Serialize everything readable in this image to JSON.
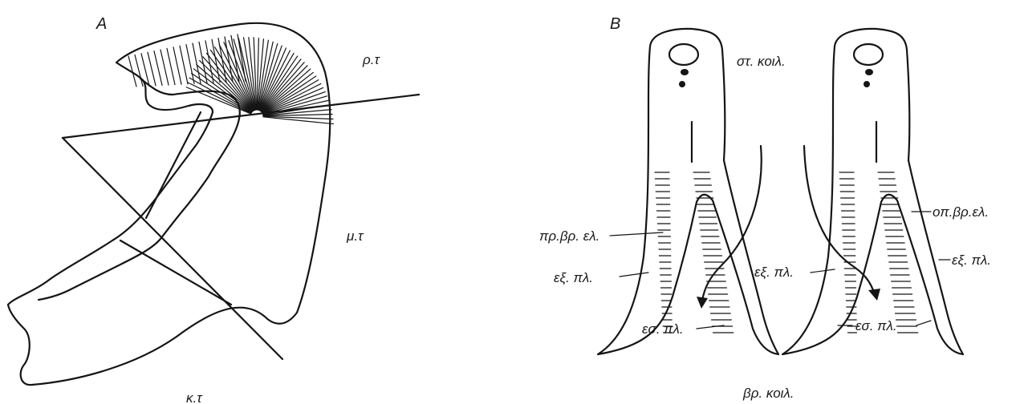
{
  "panel_a": {
    "label": "A",
    "regions": {
      "top": "ρ.τ",
      "middle": "μ.τ",
      "bottom": "κ.τ"
    }
  },
  "panel_b": {
    "label": "B",
    "labels": {
      "stomach_cavity": "στ. κοιλ.",
      "anterior_branchial_lamella": "πρ.βρ. ελ.",
      "posterior_branchial_lamella": "οπ.βρ.ελ.",
      "outer_plate_left": "εξ. πλ.",
      "outer_plate_mid": "εξ. πλ.",
      "outer_plate_right": "εξ. πλ.",
      "inner_plate_left": "εσ. πλ.",
      "inner_plate_right": "εσ. πλ.",
      "branchial_cavity": "βρ. κοιλ."
    }
  }
}
